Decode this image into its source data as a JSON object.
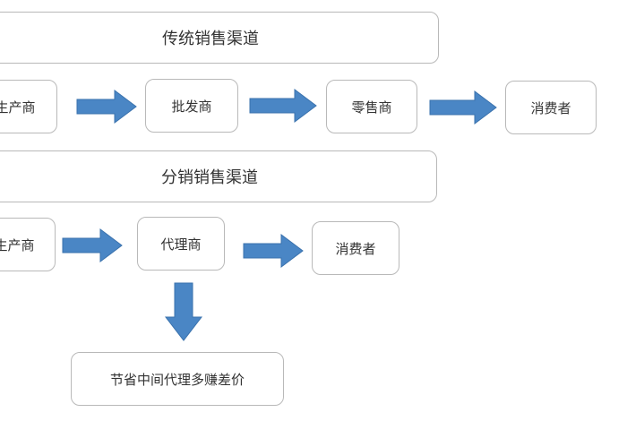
{
  "colors": {
    "arrow": "#4a86c5",
    "arrow_stroke": "#3a72ad",
    "box_border": "#b9b9b9"
  },
  "traditional": {
    "title": "传统销售渠道",
    "nodes": [
      "生产商",
      "批发商",
      "零售商",
      "消费者"
    ]
  },
  "distribution": {
    "title": "分销销售渠道",
    "nodes": [
      "生产商",
      "代理商",
      "消费者"
    ],
    "note": "节省中间代理多赚差价"
  }
}
